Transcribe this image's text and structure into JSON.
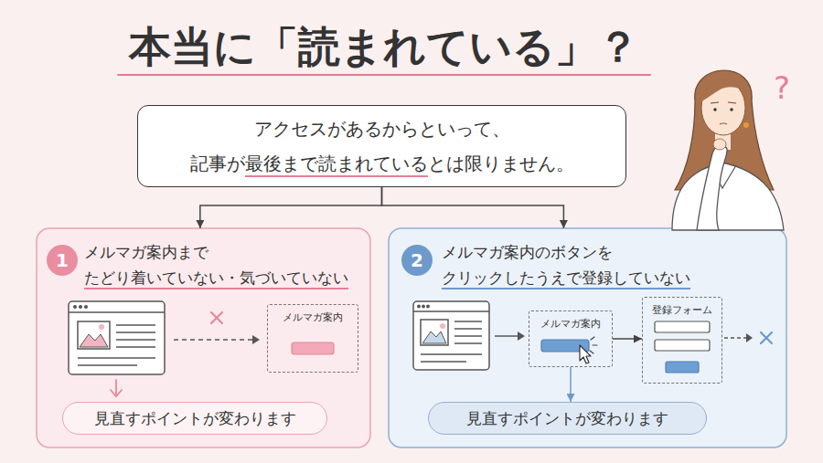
{
  "diagram": {
    "title": "本当に「読まれている」？",
    "nodes": [
      {
        "text": [
          "アクセスがあるからといって、 記事が最後まで読まれているとは限りません。"
        ]
      },
      {
        "text": [
          "メルマガ案内まで たどり着いていない・気づいていない"
        ]
      },
      {
        "text": [
          "1"
        ],
        "in": 1
      },
      {
        "text": [
          "メルマガ案内"
        ],
        "in": 1
      },
      {
        "text": [
          "見直すポイントが変わります"
        ],
        "in": 1
      },
      {
        "text": [
          "メルマガ案内のボタンを クリックしたうえで登録していない"
        ]
      },
      {
        "text": [
          "2"
        ],
        "in": 5
      },
      {
        "text": [
          "メルマガ案内"
        ],
        "in": 5
      },
      {
        "text": [
          "登録フォーム"
        ],
        "in": 5
      },
      {
        "text": [
          "見直すポイントが変わります"
        ],
        "in": 5
      }
    ],
    "edges": [
      {
        "from": 0,
        "to": 1,
        "arrow": "to"
      },
      {
        "from": 0,
        "to": 5,
        "arrow": "to"
      },
      {
        "from": 7,
        "to": 8,
        "arrow": "to"
      },
      {
        "from": 7,
        "to": 9,
        "arrow": "to"
      }
    ],
    "labels": [
      "?"
    ]
  }
}
